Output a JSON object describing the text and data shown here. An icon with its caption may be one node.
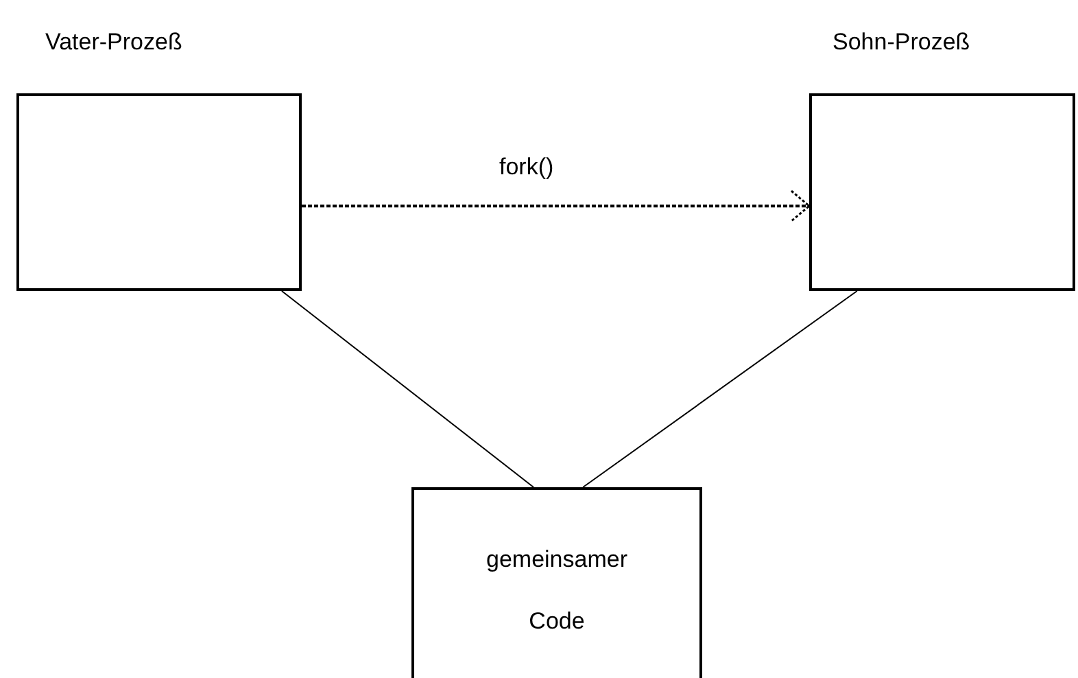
{
  "diagram": {
    "nodes": [
      {
        "text": [
          "Vater-Prozeß"
        ]
      },
      {
        "text": [
          "Sohn-Prozeß"
        ]
      },
      {
        "text": [
          "gemeinsamer Code"
        ]
      }
    ],
    "edges": [
      {
        "from": 0,
        "to": 1,
        "arrow": "to",
        "label": "fork()",
        "style": "dashed"
      },
      {
        "from": 0,
        "to": 2,
        "arrow": "none"
      },
      {
        "from": 1,
        "to": 2,
        "arrow": "none"
      }
    ]
  }
}
